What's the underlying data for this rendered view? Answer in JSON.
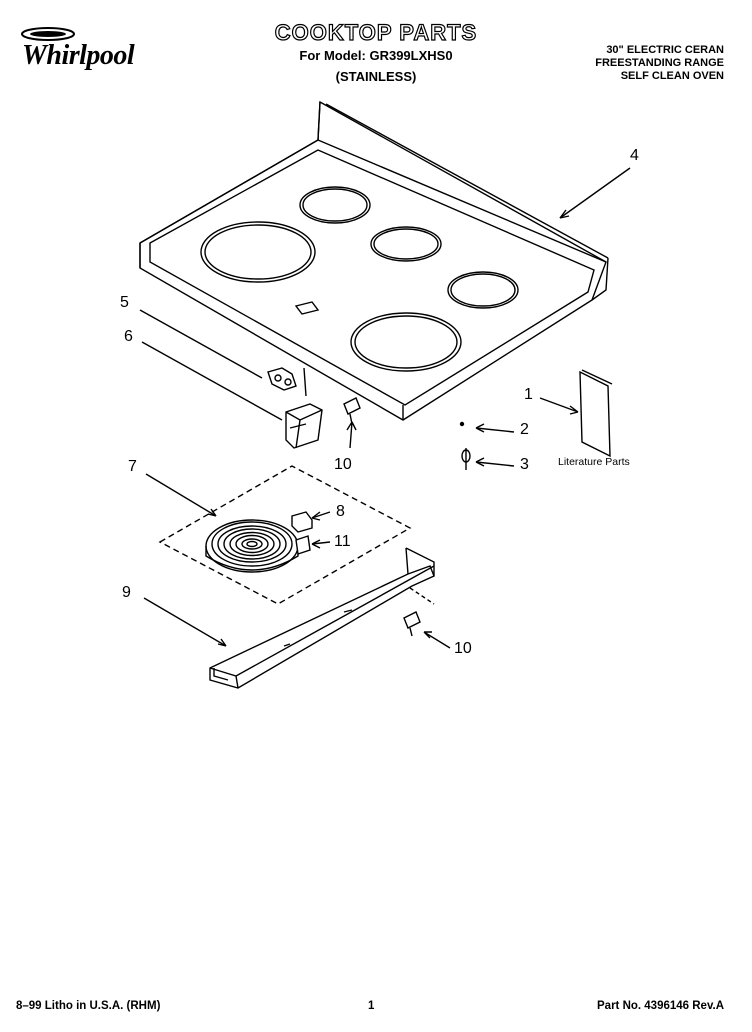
{
  "brand": {
    "logo_text": "Whirlpool"
  },
  "header": {
    "title": "COOKTOP PARTS",
    "model_line": "For Model: GR399LXHS0",
    "finish": "(STAINLESS)",
    "description": [
      "30\" ELECTRIC CERAN",
      "FREESTANDING RANGE",
      "SELF CLEAN OVEN"
    ]
  },
  "callouts": {
    "n1": "1",
    "n2": "2",
    "n3": "3",
    "n4": "4",
    "n5": "5",
    "n6": "6",
    "n7": "7",
    "n8": "8",
    "n9": "9",
    "n10a": "10",
    "n10b": "10",
    "n11": "11"
  },
  "labels": {
    "literature": "Literature Parts"
  },
  "footer": {
    "litho": "8–99 Litho in U.S.A. (RHM)",
    "page": "1",
    "part_no": "Part No. 4396146 Rev.A"
  }
}
